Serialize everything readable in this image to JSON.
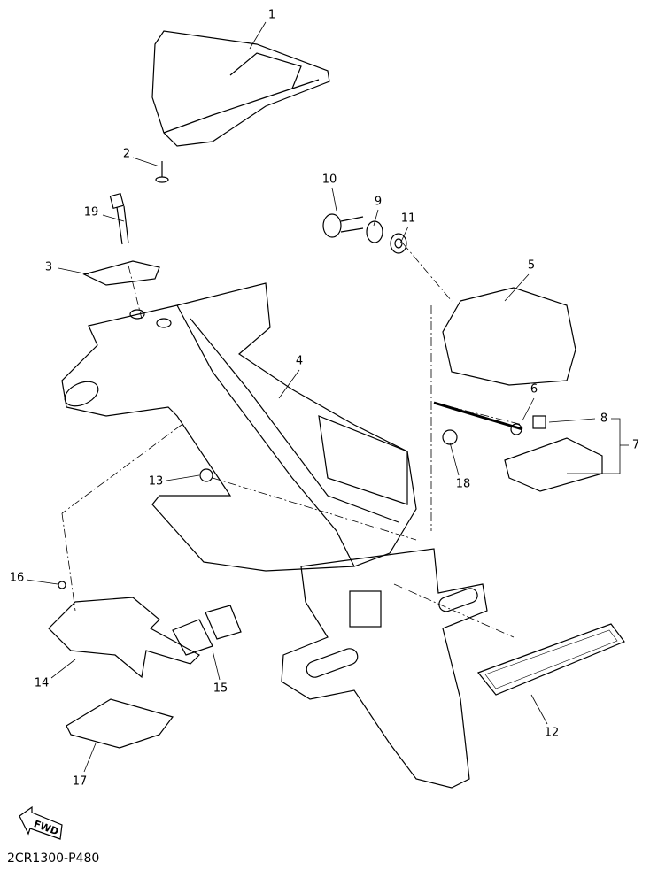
{
  "diagram": {
    "code": "2CR1300-P480",
    "fwd_label": "FWD",
    "callouts": [
      "1",
      "2",
      "3",
      "4",
      "5",
      "6",
      "7",
      "8",
      "9",
      "10",
      "11",
      "12",
      "13",
      "14",
      "15",
      "16",
      "17",
      "18",
      "19"
    ]
  }
}
